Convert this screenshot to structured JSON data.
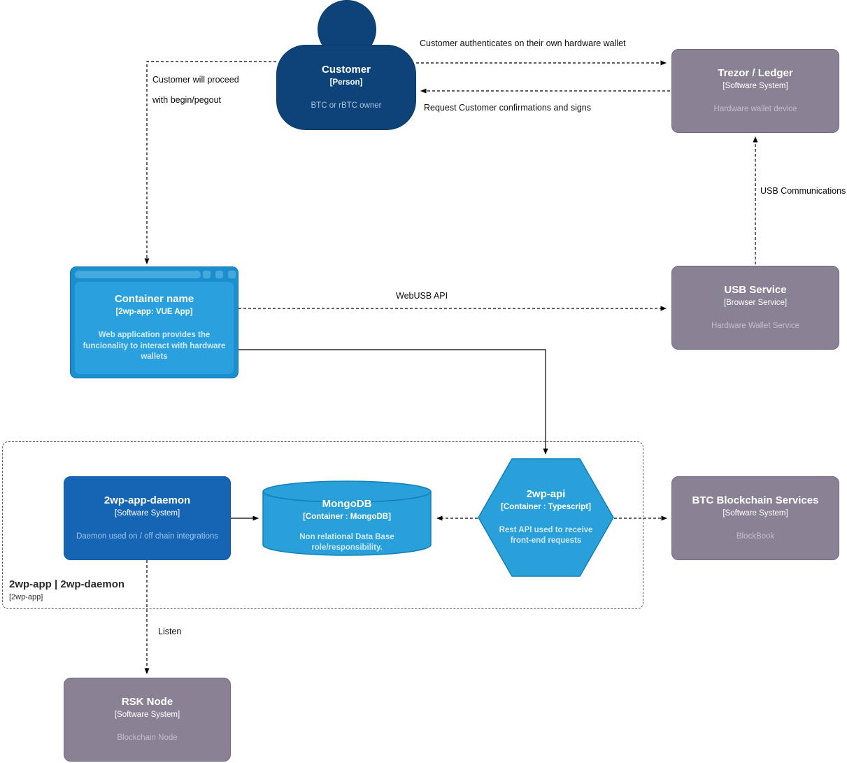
{
  "colors": {
    "person_fill": "#0d4379",
    "system_blue_fill": "#1565b4",
    "container_cyan_fill": "#29a0d9",
    "external_gray_fill": "#8a8294",
    "edge_color": "#000000",
    "boundary_dash_color": "#5f5f5f",
    "background": "#ffffff"
  },
  "nodes": {
    "customer": {
      "title": "Customer",
      "subtitle": "[Person]",
      "description": "BTC or rBTC owner"
    },
    "trezor_ledger": {
      "title": "Trezor / Ledger",
      "subtitle": "[Software System]",
      "description": "Hardware wallet device"
    },
    "container_name": {
      "title": "Container name",
      "subtitle": "[2wp-app: VUE App]",
      "description": "Web application provides the funcionality to interact with hardware wallets"
    },
    "usb_service": {
      "title": "USB Service",
      "subtitle": "[Browser Service]",
      "description": "Hardware Wallet Service"
    },
    "daemon": {
      "title": "2wp-app-daemon",
      "subtitle": "[Software System]",
      "description": "Daemon used on / off chain integrations"
    },
    "mongodb": {
      "title": "MongoDB",
      "subtitle": "[Container : MongoDB]",
      "description": "Non relational Data Base role/responsibility."
    },
    "api": {
      "title": "2wp-api",
      "subtitle": "[Container : Typescript]",
      "description": "Rest API used to receive front-end requests"
    },
    "btc_services": {
      "title": "BTC Blockchain Services",
      "subtitle": "[Software System]",
      "description": "BlockBook"
    },
    "rsk_node": {
      "title": "RSK Node",
      "subtitle": "[Software System]",
      "description": "Blockchain Node"
    },
    "boundary": {
      "title": "2wp-app | 2wp-daemon",
      "subtitle": "[2wp-app]"
    }
  },
  "edges": {
    "authenticate": {
      "label": "Customer authenticates on their own hardware wallet"
    },
    "confirmations": {
      "label": "Request Customer confirmations and signs"
    },
    "proceed": {
      "label_line1": "Customer will proceed",
      "label_line2": "with begin/pegout"
    },
    "usb_communications": {
      "label": "USB Communications"
    },
    "webusb": {
      "label": "WebUSB API"
    },
    "listen": {
      "label": "Listen"
    }
  }
}
